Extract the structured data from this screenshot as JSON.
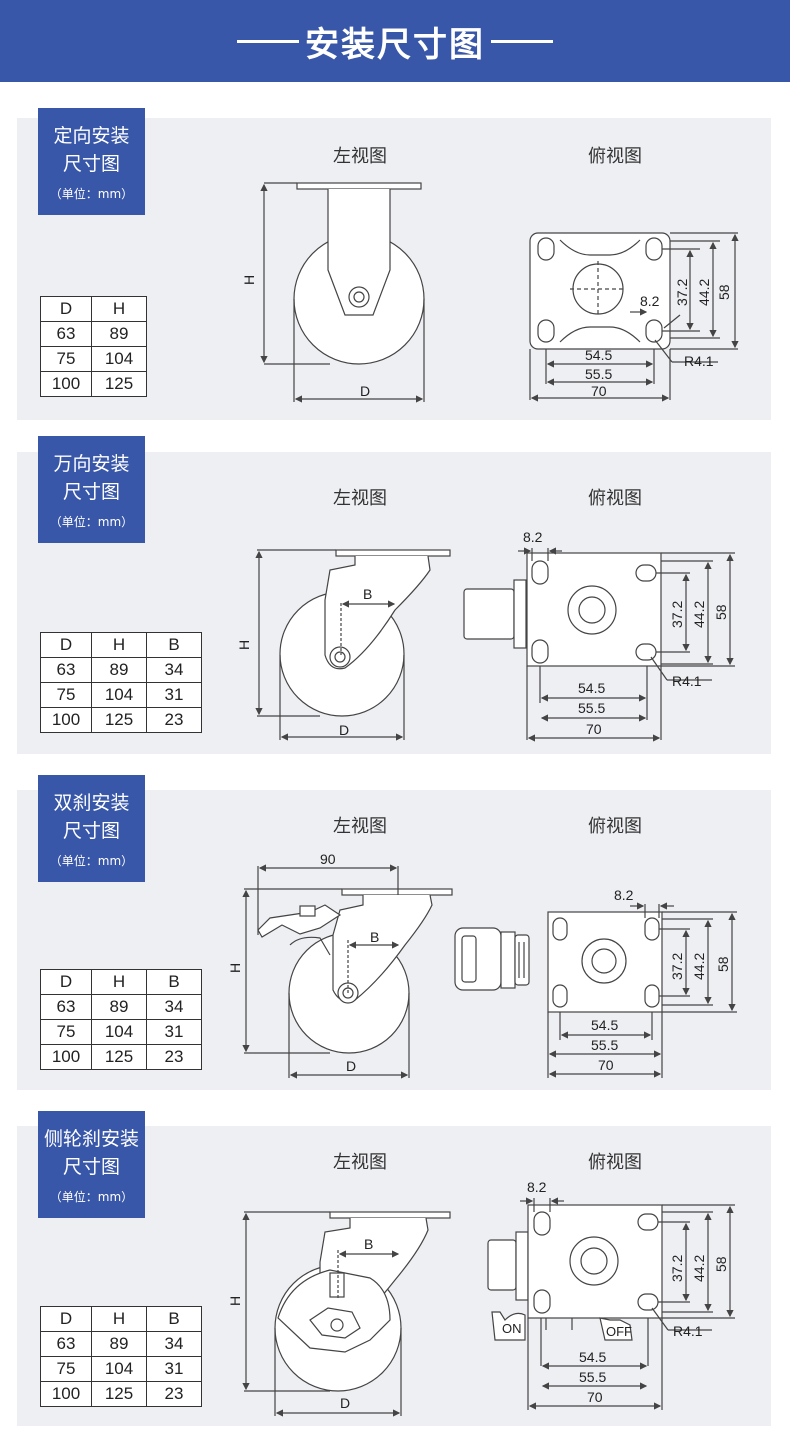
{
  "header": {
    "title": "安装尺寸图"
  },
  "views": {
    "side": "左视图",
    "top": "俯视图"
  },
  "sections": [
    {
      "title_line1": "定向安装",
      "title_line2": "尺寸图",
      "unit": "（单位：mm）",
      "columns": [
        "D",
        "H"
      ],
      "rows": [
        [
          "63",
          "89"
        ],
        [
          "75",
          "104"
        ],
        [
          "100",
          "125"
        ]
      ]
    },
    {
      "title_line1": "万向安装",
      "title_line2": "尺寸图",
      "unit": "（单位：mm）",
      "columns": [
        "D",
        "H",
        "B"
      ],
      "rows": [
        [
          "63",
          "89",
          "34"
        ],
        [
          "75",
          "104",
          "31"
        ],
        [
          "100",
          "125",
          "23"
        ]
      ]
    },
    {
      "title_line1": "双刹安装",
      "title_line2": "尺寸图",
      "unit": "（单位：mm）",
      "columns": [
        "D",
        "H",
        "B"
      ],
      "rows": [
        [
          "63",
          "89",
          "34"
        ],
        [
          "75",
          "104",
          "31"
        ],
        [
          "100",
          "125",
          "23"
        ]
      ]
    },
    {
      "title_line1": "侧轮刹安装",
      "title_line2": "尺寸图",
      "unit": "（单位：mm）",
      "columns": [
        "D",
        "H",
        "B"
      ],
      "rows": [
        [
          "63",
          "89",
          "34"
        ],
        [
          "75",
          "104",
          "31"
        ],
        [
          "100",
          "125",
          "23"
        ]
      ]
    }
  ],
  "dimension_labels": {
    "d": "D",
    "h": "H",
    "b": "B",
    "brake_width": "90",
    "hole_spacing_x": "54.5",
    "outer_x": "55.5",
    "plate_x": "70",
    "hole_spacing_y": "37.2",
    "outer_y": "44.2",
    "plate_y": "58",
    "hole_width": "8.2",
    "corner_radius": "R4.1",
    "brake_on": "ON",
    "brake_off": "OFF"
  }
}
